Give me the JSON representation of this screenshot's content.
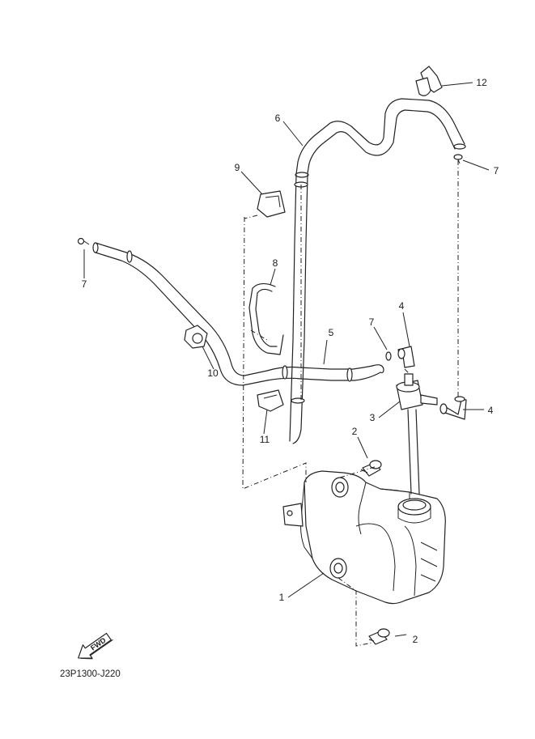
{
  "diagram": {
    "callouts": {
      "c1": "1",
      "c2a": "2",
      "c2b": "2",
      "c3": "3",
      "c4a": "4",
      "c4b": "4",
      "c5": "5",
      "c6": "6",
      "c7a": "7",
      "c7b": "7",
      "c7c": "7",
      "c8": "8",
      "c9": "9",
      "c10": "10",
      "c11": "11",
      "c12": "12"
    },
    "fwd_label": "FWD",
    "drawing_code": "23P1300-J220"
  }
}
